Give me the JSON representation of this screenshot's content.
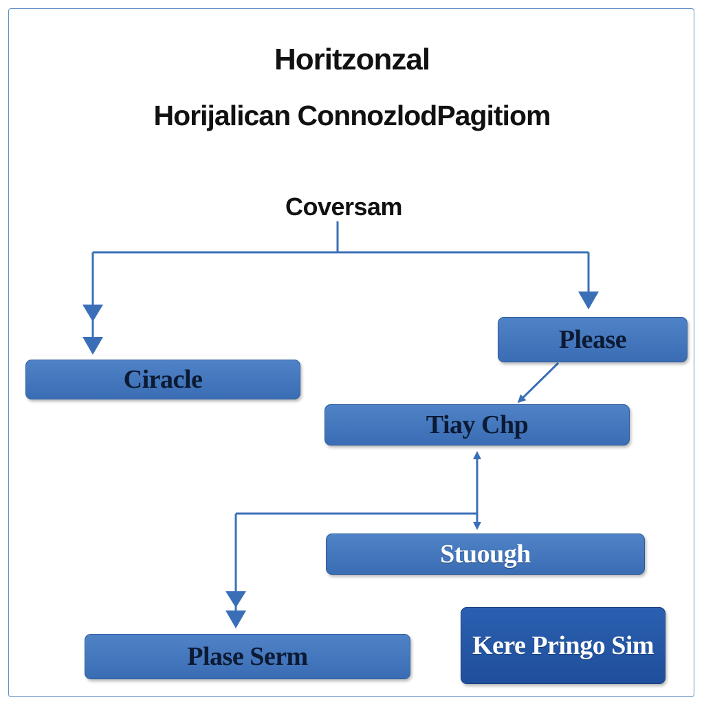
{
  "diagram": {
    "title": "Horitzonzal",
    "subtitle": "Horijalican ConnozlodPagitiom",
    "root": "Coversam",
    "nodes": {
      "circle": "Ciracle",
      "please": "Please",
      "tiay": "Tiay Chp",
      "stuough": "Stuough",
      "plase": "Plase Serm",
      "kere": "Kere Pringo Sim"
    }
  },
  "colors": {
    "node_fill": "#4478bf",
    "node_dark_fill": "#2557a8",
    "connector": "#3a6fb8",
    "border": "#5b8fc2"
  }
}
